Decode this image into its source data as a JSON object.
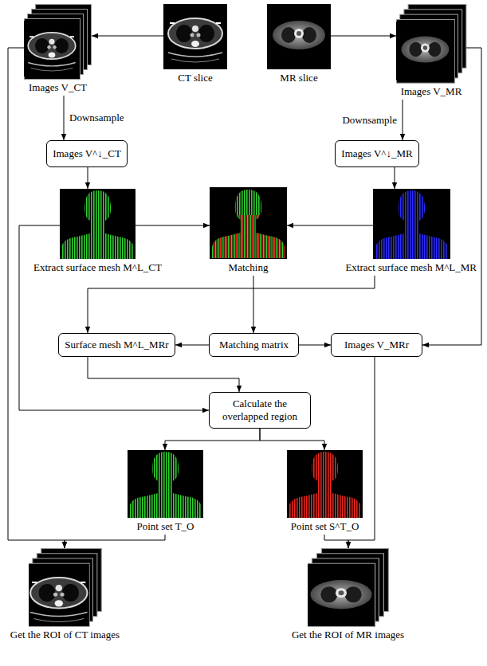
{
  "diagram": {
    "nodes": [
      {
        "text": [
          "Images V_CT"
        ]
      },
      {
        "text": [
          "CT slice"
        ]
      },
      {
        "text": [
          "MR slice"
        ]
      },
      {
        "text": [
          "Images V_MR"
        ]
      },
      {
        "text": [
          "Images V^↓_CT"
        ]
      },
      {
        "text": [
          "Images V^↓_MR"
        ]
      },
      {
        "text": [
          "Extract surface mesh M^L_CT"
        ]
      },
      {
        "text": [
          "Matching"
        ]
      },
      {
        "text": [
          "Extract surface mesh M^L_MR"
        ]
      },
      {
        "text": [
          "Surface mesh M^L_MRr"
        ]
      },
      {
        "text": [
          "Matching matrix"
        ]
      },
      {
        "text": [
          "Images V_MRr"
        ]
      },
      {
        "text": [
          "Calculate the overlapped region"
        ]
      },
      {
        "text": [
          "Point set T_O"
        ]
      },
      {
        "text": [
          "Point set S^T_O"
        ]
      },
      {
        "text": [
          "Get the ROI of CT images"
        ]
      },
      {
        "text": [
          "Get the ROI of MR images"
        ]
      }
    ],
    "edges": [
      {
        "from": 1,
        "to": 0,
        "arrow": "to"
      },
      {
        "from": 2,
        "to": 3,
        "arrow": "to"
      },
      {
        "from": 0,
        "to": 4,
        "arrow": "to",
        "label": "Downsample"
      },
      {
        "from": 3,
        "to": 5,
        "arrow": "to",
        "label": "Downsample"
      },
      {
        "from": 4,
        "to": 6,
        "arrow": "to"
      },
      {
        "from": 5,
        "to": 8,
        "arrow": "to"
      },
      {
        "from": 6,
        "to": 7,
        "arrow": "to"
      },
      {
        "from": 8,
        "to": 7,
        "arrow": "to"
      },
      {
        "from": 7,
        "to": 10,
        "arrow": "to"
      },
      {
        "from": 8,
        "to": 9,
        "arrow": "to"
      },
      {
        "from": 10,
        "to": 9,
        "arrow": "to"
      },
      {
        "from": 10,
        "to": 11,
        "arrow": "to"
      },
      {
        "from": 3,
        "to": 11,
        "arrow": "to"
      },
      {
        "from": 9,
        "to": 12,
        "arrow": "to"
      },
      {
        "from": 6,
        "to": 12,
        "arrow": "to"
      },
      {
        "from": 12,
        "to": 13,
        "arrow": "to"
      },
      {
        "from": 12,
        "to": 14,
        "arrow": "to"
      },
      {
        "from": 0,
        "to": 15,
        "arrow": "to"
      },
      {
        "from": 13,
        "to": 15,
        "arrow": "to"
      },
      {
        "from": 11,
        "to": 16,
        "arrow": "to"
      },
      {
        "from": 14,
        "to": 16,
        "arrow": "to"
      }
    ]
  }
}
